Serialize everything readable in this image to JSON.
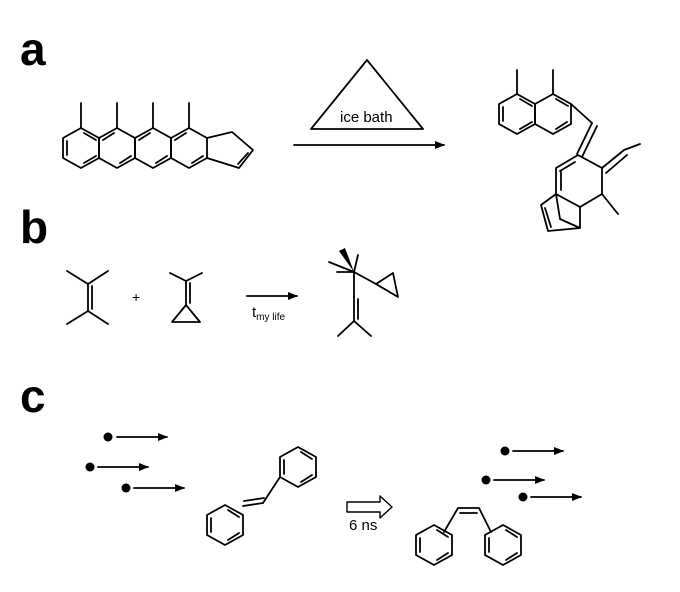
{
  "panels": {
    "a": {
      "label": "a",
      "condition": "ice bath"
    },
    "b": {
      "label": "b",
      "plus": "+",
      "cond_main": "t",
      "cond_sub": "my life"
    },
    "c": {
      "label": "c",
      "condition": "6 ns"
    }
  }
}
